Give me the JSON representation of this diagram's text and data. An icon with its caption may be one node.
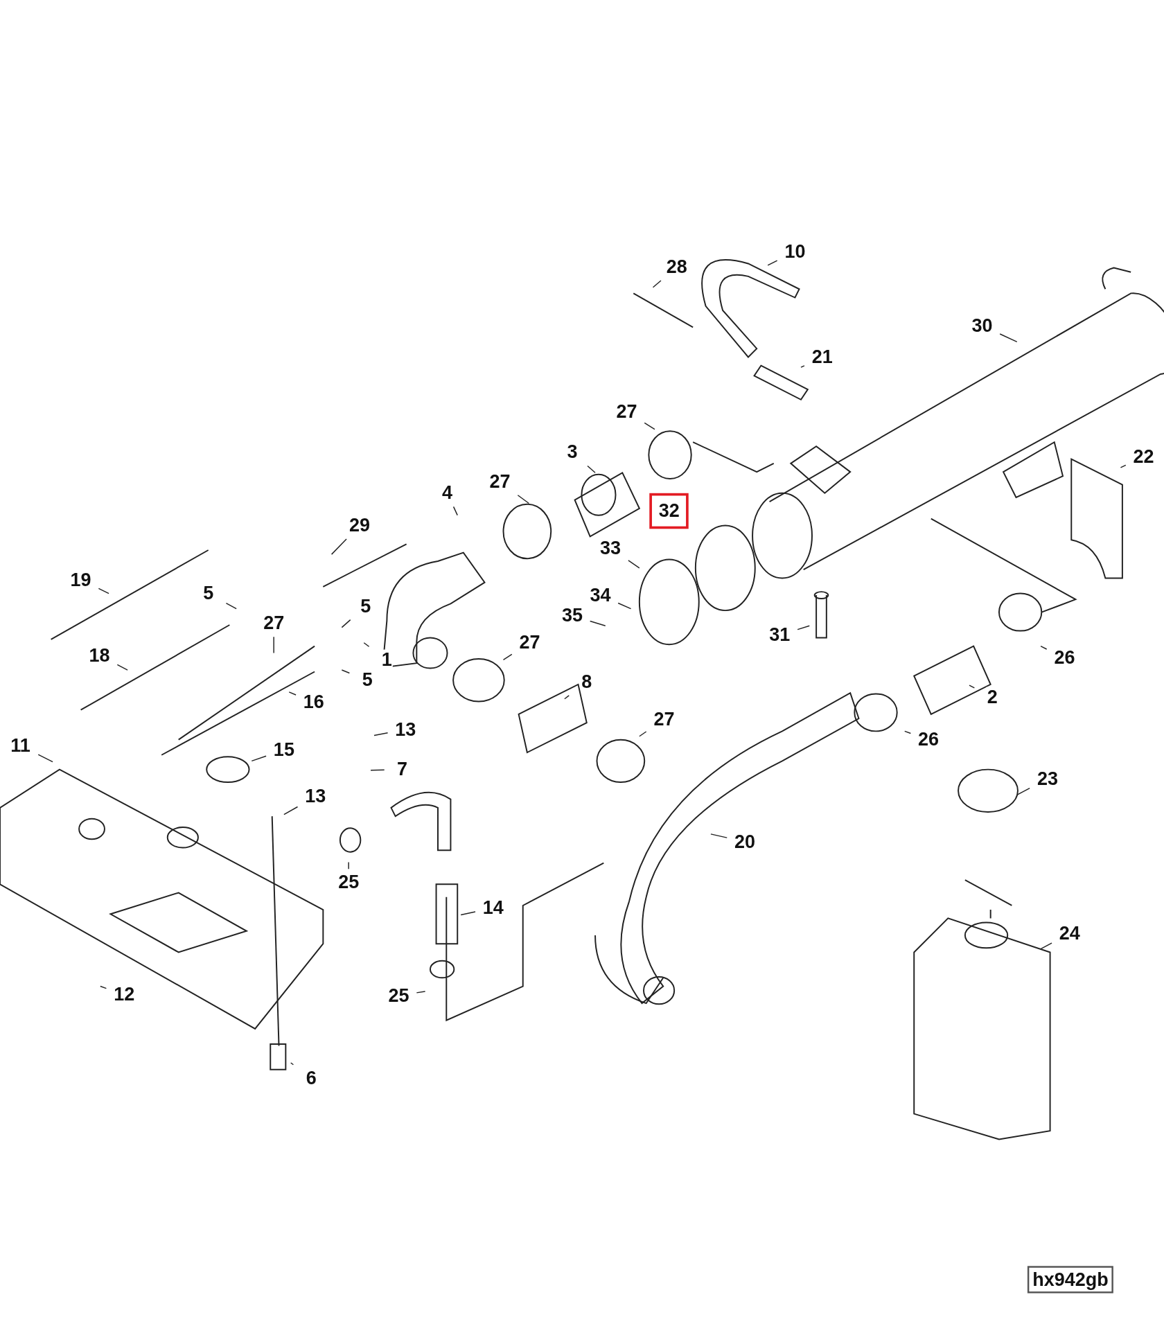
{
  "diagram": {
    "nodes": [
      {
        "text": [
          "10"
        ]
      },
      {
        "text": [
          "28"
        ]
      },
      {
        "text": [
          "30"
        ]
      },
      {
        "text": [
          "21"
        ]
      },
      {
        "text": [
          "27"
        ]
      },
      {
        "text": [
          "3"
        ]
      },
      {
        "text": [
          "22"
        ]
      },
      {
        "text": [
          "27"
        ]
      },
      {
        "text": [
          "4"
        ]
      },
      {
        "text": [
          "32"
        ]
      },
      {
        "text": [
          "29"
        ]
      },
      {
        "text": [
          "33"
        ]
      },
      {
        "text": [
          "19"
        ]
      },
      {
        "text": [
          "5"
        ]
      },
      {
        "text": [
          "34"
        ]
      },
      {
        "text": [
          "5"
        ]
      },
      {
        "text": [
          "35"
        ]
      },
      {
        "text": [
          "27"
        ]
      },
      {
        "text": [
          "31"
        ]
      },
      {
        "text": [
          "27"
        ]
      },
      {
        "text": [
          "18"
        ]
      },
      {
        "text": [
          "26"
        ]
      },
      {
        "text": [
          "1"
        ]
      },
      {
        "text": [
          "5"
        ]
      },
      {
        "text": [
          "8"
        ]
      },
      {
        "text": [
          "2"
        ]
      },
      {
        "text": [
          "16"
        ]
      },
      {
        "text": [
          "27"
        ]
      },
      {
        "text": [
          "13"
        ]
      },
      {
        "text": [
          "26"
        ]
      },
      {
        "text": [
          "11"
        ]
      },
      {
        "text": [
          "15"
        ]
      },
      {
        "text": [
          "7"
        ]
      },
      {
        "text": [
          "23"
        ]
      },
      {
        "text": [
          "13"
        ]
      },
      {
        "text": [
          "20"
        ]
      },
      {
        "text": [
          "25"
        ]
      },
      {
        "text": [
          "14"
        ]
      },
      {
        "text": [
          "24"
        ]
      },
      {
        "text": [
          "12"
        ]
      },
      {
        "text": [
          "25"
        ]
      },
      {
        "text": [
          "6"
        ]
      },
      {
        "text": [
          "hx942gb"
        ]
      }
    ],
    "edges": [
      {
        "from": 0,
        "to": null,
        "arrow": "none"
      },
      {
        "from": 1,
        "to": null,
        "arrow": "none"
      },
      {
        "from": 2,
        "to": null,
        "arrow": "none"
      },
      {
        "from": 3,
        "to": null,
        "arrow": "none"
      },
      {
        "from": 4,
        "to": null,
        "arrow": "none"
      },
      {
        "from": 5,
        "to": null,
        "arrow": "none"
      },
      {
        "from": 6,
        "to": null,
        "arrow": "none"
      },
      {
        "from": 7,
        "to": null,
        "arrow": "none"
      },
      {
        "from": 8,
        "to": null,
        "arrow": "none"
      },
      {
        "from": 10,
        "to": null,
        "arrow": "none"
      },
      {
        "from": 11,
        "to": null,
        "arrow": "none"
      },
      {
        "from": 12,
        "to": null,
        "arrow": "none"
      },
      {
        "from": 13,
        "to": null,
        "arrow": "none"
      },
      {
        "from": 14,
        "to": null,
        "arrow": "none"
      },
      {
        "from": 15,
        "to": null,
        "arrow": "none"
      },
      {
        "from": 16,
        "to": null,
        "arrow": "none"
      },
      {
        "from": 17,
        "to": null,
        "arrow": "none"
      },
      {
        "from": 18,
        "to": null,
        "arrow": "none"
      },
      {
        "from": 19,
        "to": null,
        "arrow": "none"
      },
      {
        "from": 20,
        "to": null,
        "arrow": "none"
      },
      {
        "from": 21,
        "to": null,
        "arrow": "none"
      },
      {
        "from": 22,
        "to": null,
        "arrow": "none"
      },
      {
        "from": 23,
        "to": null,
        "arrow": "none"
      },
      {
        "from": 24,
        "to": null,
        "arrow": "none"
      },
      {
        "from": 25,
        "to": null,
        "arrow": "none"
      },
      {
        "from": 26,
        "to": null,
        "arrow": "none"
      },
      {
        "from": 27,
        "to": null,
        "arrow": "none"
      },
      {
        "from": 28,
        "to": null,
        "arrow": "none"
      },
      {
        "from": 29,
        "to": null,
        "arrow": "none"
      },
      {
        "from": 30,
        "to": null,
        "arrow": "none"
      },
      {
        "from": 31,
        "to": null,
        "arrow": "none"
      },
      {
        "from": 32,
        "to": null,
        "arrow": "none"
      },
      {
        "from": 33,
        "to": null,
        "arrow": "none"
      },
      {
        "from": 34,
        "to": null,
        "arrow": "none"
      },
      {
        "from": 35,
        "to": null,
        "arrow": "none"
      },
      {
        "from": 36,
        "to": null,
        "arrow": "none"
      },
      {
        "from": 37,
        "to": null,
        "arrow": "none"
      },
      {
        "from": 38,
        "to": null,
        "arrow": "none"
      },
      {
        "from": 39,
        "to": null,
        "arrow": "none"
      },
      {
        "from": 40,
        "to": null,
        "arrow": "none"
      },
      {
        "from": 41,
        "to": null,
        "arrow": "none"
      }
    ]
  }
}
